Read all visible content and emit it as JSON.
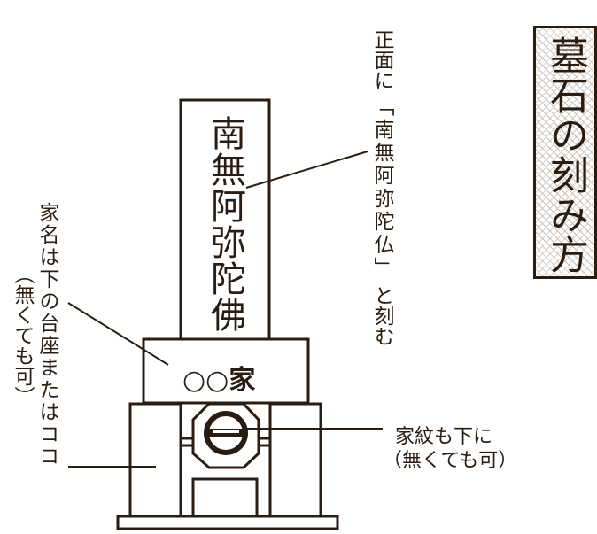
{
  "title": "墓石の刻み方",
  "front_note": {
    "part1": "正面に",
    "part2": "「南無阿弥陀仏」",
    "part3": "と刻む"
  },
  "pillar_inscription": "南無阿弥陀佛",
  "family_name_plate": "○○家",
  "family_name_note": {
    "line1": "家名は下の台座またはココ",
    "line2": "（無くても可）"
  },
  "crest_note": {
    "line1": "家紋も下に",
    "line2": "（無くても可）"
  }
}
